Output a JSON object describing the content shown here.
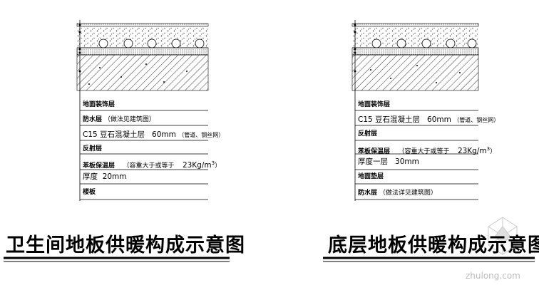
{
  "left": {
    "title": "卫生间地板供暖构成示意图",
    "layers": [
      {
        "name": "地面装饰层",
        "note": "",
        "unit": ""
      },
      {
        "name": "防水层",
        "note": "（做法见建筑图）",
        "unit": ""
      },
      {
        "name": "C15 豆石混凝土层",
        "note": "60mm",
        "extra": "（管道、钢丝网）",
        "unit": ""
      },
      {
        "name": "反射层",
        "note": "",
        "unit": ""
      },
      {
        "name": "苯板保温层",
        "note": "（容重大于或等于",
        "value": "23Kg/m",
        "sup": "3",
        "close": "）"
      },
      {
        "name": "厚度",
        "note": "20mm",
        "unit": ""
      },
      {
        "name": "楼板",
        "note": "",
        "unit": ""
      }
    ]
  },
  "right": {
    "title": "底层地板供暖构成示意图",
    "layers": [
      {
        "name": "地面装饰层",
        "note": ""
      },
      {
        "name": "C15 豆石混凝土层",
        "note": "60mm",
        "extra": "（管道、钢丝网）"
      },
      {
        "name": "反射层",
        "note": ""
      },
      {
        "name": "苯板保温层",
        "note": "（容重大于或等于",
        "value": "23Kg/m",
        "sup": "3",
        "close": "）"
      },
      {
        "name": "厚度一层",
        "note": "30mm"
      },
      {
        "name": "地面垫层",
        "note": ""
      },
      {
        "name": "防水层",
        "note": "（做法详见建筑图）"
      }
    ]
  },
  "watermark": "zhulong.com"
}
